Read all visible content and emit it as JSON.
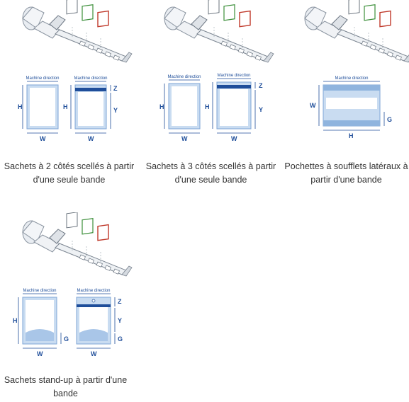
{
  "colors": {
    "accent": "#1f4e9a",
    "pouch_fill": "#c9dcf1",
    "pouch_edge": "#7fa6d6",
    "seal_fill": "#8fb4de",
    "frame_red": "#c0392b",
    "frame_green": "#3c8f3a"
  },
  "cards": [
    {
      "caption_line1": "Sachets à 2 côtés scellés à partir",
      "caption_line2": "d'une seule bande",
      "left_header": "Machine direction",
      "right_header": "Machine direction",
      "left_h": "H",
      "left_w": "W",
      "right_h": "H",
      "right_z": "Z",
      "right_y": "Y",
      "right_w": "W"
    },
    {
      "caption_line1": "Sachets à 3 côtés scellés à partir",
      "caption_line2": "d'une seule bande",
      "left_header": "Machine direction",
      "right_header": "Machine direction",
      "left_h": "H",
      "left_w": "W",
      "right_h": "H",
      "right_z": "Z",
      "right_y": "Y",
      "right_w": "W"
    },
    {
      "caption_line1": "Pochettes à soufflets latéraux à",
      "caption_line2": "partir d'une bande",
      "header": "Machine direction",
      "w": "W",
      "g": "G",
      "h": "H"
    },
    {
      "caption_line1": "Sachets stand-up à partir d'une",
      "caption_line2": "bande",
      "left_header": "Machine direction",
      "right_header": "Machine direction",
      "left_h": "H",
      "left_g": "G",
      "left_w": "W",
      "right_z": "Z",
      "right_y": "Y",
      "right_g": "G",
      "right_w": "W"
    }
  ]
}
